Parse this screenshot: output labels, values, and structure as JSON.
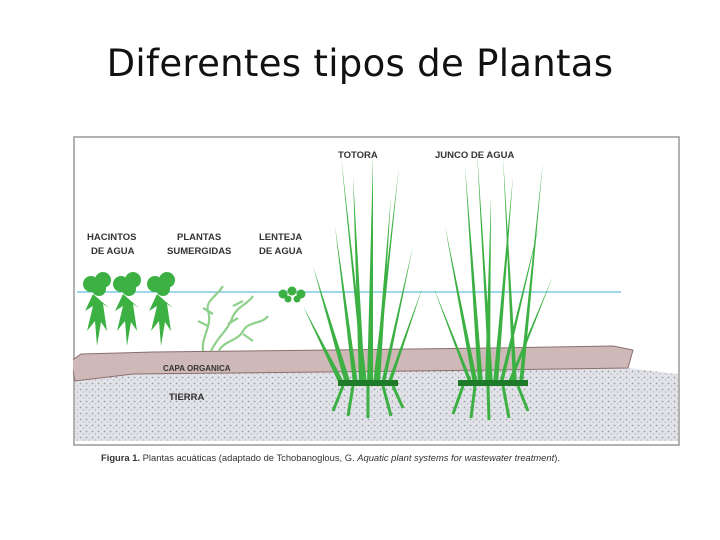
{
  "slide": {
    "title": "Diferentes tipos de Plantas"
  },
  "diagram": {
    "labels": {
      "totora": "TOTORA",
      "junco": "JUNCO DE AGUA",
      "hacintos_1": "HACINTOS",
      "hacintos_2": "DE AGUA",
      "sumergidas_1": "PLANTAS",
      "sumergidas_2": "SUMERGIDAS",
      "lenteja_1": "LENTEJA",
      "lenteja_2": "DE AGUA",
      "capa": "CAPA ORGANICA",
      "tierra": "TIERRA"
    },
    "caption": {
      "prefix": "Figura 1.",
      "text": " Plantas acuáticas (adaptado de Tchobanoglous, G. ",
      "italic": "Aquatic plant systems for wastewater treatment",
      "suffix": ")."
    },
    "colors": {
      "water_line": "#7ec8e3",
      "plant_green": "#3cb043",
      "dark_green": "#1f7a2a",
      "organic_layer": "#cfb8b8",
      "soil": "#dcdde3",
      "frame": "#999999"
    }
  }
}
